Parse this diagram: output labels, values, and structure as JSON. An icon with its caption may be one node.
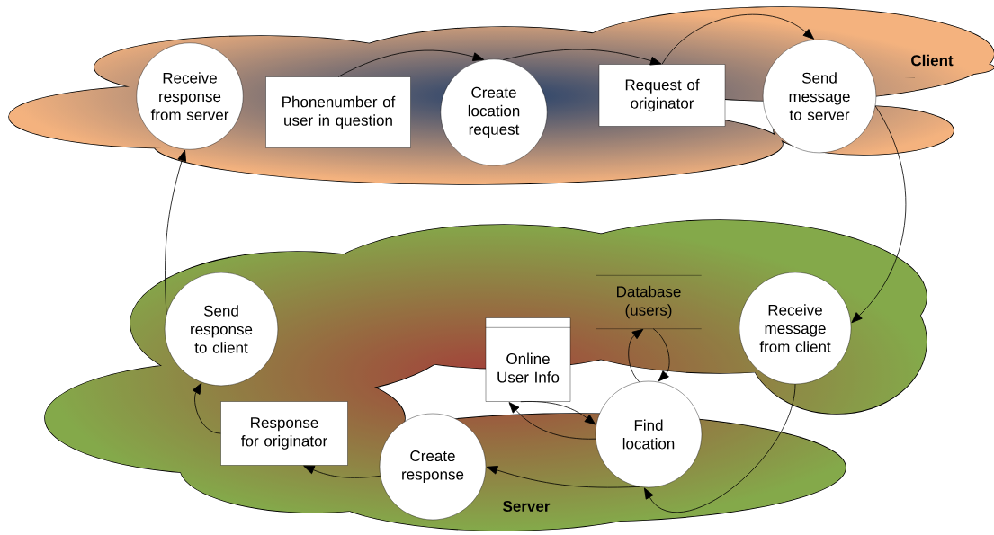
{
  "diagram": {
    "nodes": [
      {
        "text": [
          "Client"
        ]
      },
      {
        "text": [
          "Receive response from server"
        ],
        "in": 0
      },
      {
        "text": [
          "Phonenumber of user in question"
        ],
        "in": 0
      },
      {
        "text": [
          "Create location request"
        ],
        "in": 0
      },
      {
        "text": [
          "Request of originator"
        ],
        "in": 0
      },
      {
        "text": [
          "Send message to server"
        ],
        "in": 0
      },
      {
        "text": [
          "Server"
        ]
      },
      {
        "text": [
          "Send response to client"
        ],
        "in": 6
      },
      {
        "text": [
          "Database (users)"
        ],
        "in": 6
      },
      {
        "text": [
          "Online User Info"
        ],
        "in": 6
      },
      {
        "text": [
          "Receive message from client"
        ],
        "in": 6
      },
      {
        "text": [
          "Response for originator"
        ],
        "in": 6
      },
      {
        "text": [
          "Create response"
        ],
        "in": 6
      },
      {
        "text": [
          "Find location"
        ],
        "in": 6
      }
    ],
    "edges": [
      {
        "from": 2,
        "to": 3,
        "arrow": "to"
      },
      {
        "from": 3,
        "to": 4,
        "arrow": "to"
      },
      {
        "from": 4,
        "to": 5,
        "arrow": "to"
      },
      {
        "from": 5,
        "to": 10,
        "arrow": "to"
      },
      {
        "from": 10,
        "to": 13,
        "arrow": "to"
      },
      {
        "from": 13,
        "to": 8,
        "arrow": "to"
      },
      {
        "from": 8,
        "to": 13,
        "arrow": "to"
      },
      {
        "from": 13,
        "to": 9,
        "arrow": "to"
      },
      {
        "from": 9,
        "to": 13,
        "arrow": "to"
      },
      {
        "from": 13,
        "to": 12,
        "arrow": "to"
      },
      {
        "from": 12,
        "to": 11,
        "arrow": "to"
      },
      {
        "from": 11,
        "to": 7,
        "arrow": "to"
      },
      {
        "from": 7,
        "to": 1,
        "arrow": "to"
      }
    ]
  }
}
